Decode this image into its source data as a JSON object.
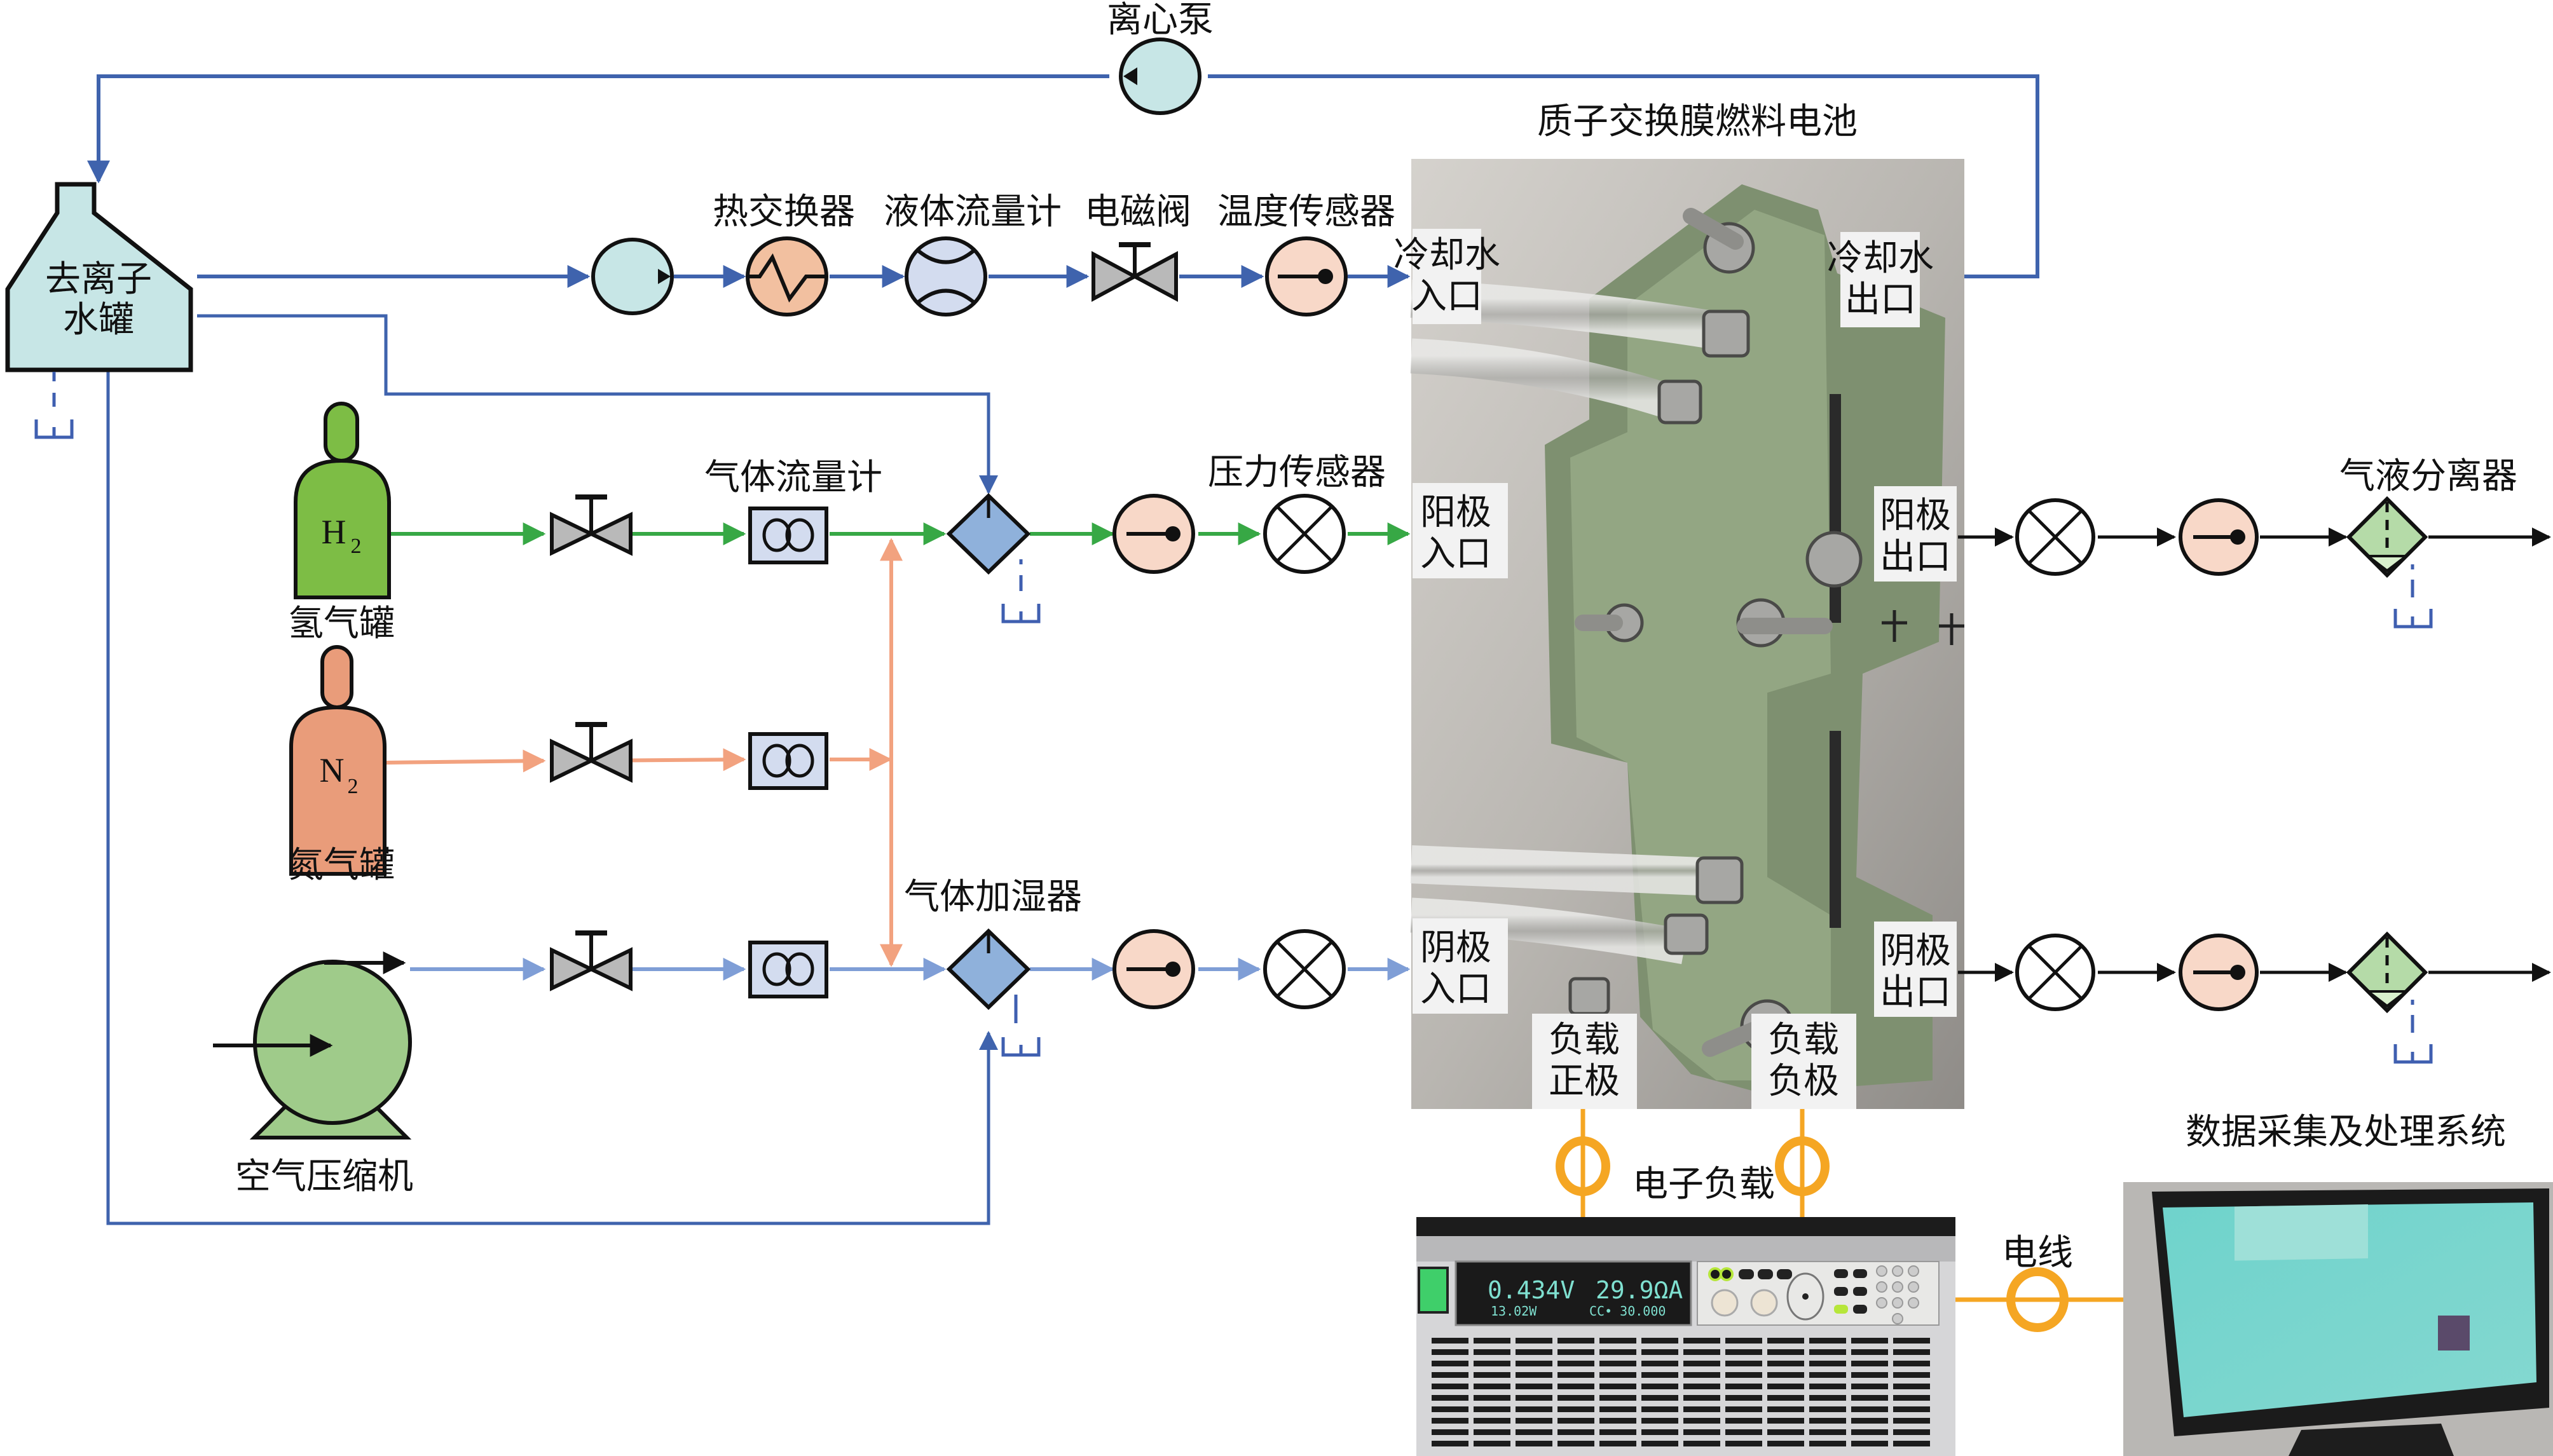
{
  "title": "质子交换膜燃料电池测试系统示意图",
  "colors": {
    "water_line": "#3f63ad",
    "hydrogen_line": "#37a845",
    "nitrogen_line": "#f2a27f",
    "air_line": "#7f9ed6",
    "outlet_line": "#111111",
    "electric_line": "#f5a623",
    "drain": "#3f5fb0",
    "tank_fill": "#c7e6e6",
    "pump_fill": "#c7e6e6",
    "heat_exchanger_fill": "#f2c0a0",
    "flowmeter_fill": "#d3dcef",
    "valve_fill": "#b9b9b9",
    "sensor_fill": "#f8d8c8",
    "humidifier_fill": "#8fb1db",
    "separator_fill": "#b5dba8",
    "h2_cylinder": "#7dbd45",
    "n2_cylinder": "#e99c7a",
    "compressor": "#9fcb8a"
  },
  "labels": {
    "centrifugal_pump": "离心泵",
    "di_water_tank_line1": "去离子",
    "di_water_tank_line2": "水罐",
    "heat_exchanger": "热交换器",
    "liquid_flowmeter": "液体流量计",
    "solenoid_valve": "电磁阀",
    "temperature_sensor": "温度传感器",
    "fuel_cell": "质子交换膜燃料电池",
    "gas_flowmeter": "气体流量计",
    "pressure_sensor": "压力传感器",
    "hydrogen_tank": "氢气罐",
    "nitrogen_tank": "氮气罐",
    "gas_humidifier": "气体加湿器",
    "air_compressor": "空气压缩机",
    "gas_liquid_separator": "气液分离器",
    "electronic_load": "电子负载",
    "wire": "电线",
    "daq_system": "数据采集及处理系统"
  },
  "chemicals": {
    "h2": {
      "symbol": "H",
      "subscript": "2"
    },
    "n2": {
      "symbol": "N",
      "subscript": "2"
    }
  },
  "fuel_cell_ports": {
    "coolant_in": [
      "冷却水",
      "入口"
    ],
    "coolant_out": [
      "冷却水",
      "出口"
    ],
    "anode_in": [
      "阳极",
      "入口"
    ],
    "anode_out": [
      "阳极",
      "出口"
    ],
    "cathode_in": [
      "阴极",
      "入口"
    ],
    "cathode_out": [
      "阴极",
      "出口"
    ],
    "load_positive": [
      "负载",
      "正极"
    ],
    "load_negative": [
      "负载",
      "负极"
    ]
  },
  "electronic_load_display": {
    "voltage": "0.434V",
    "current": "29.9ΩA",
    "power": "13.02W",
    "mode": "CC• 30.000"
  }
}
